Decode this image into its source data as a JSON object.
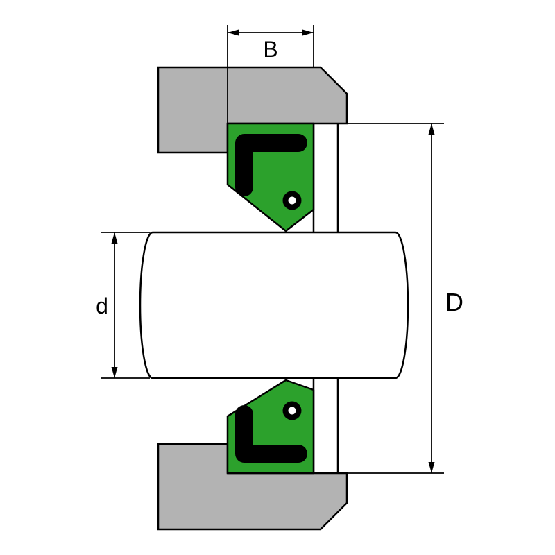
{
  "diagram": {
    "dimension_labels": {
      "seal_width": "B",
      "shaft_diameter": "d",
      "bore_diameter": "D"
    },
    "colors": {
      "housing": "#b3b3b3",
      "seal_body": "#2ca12c",
      "seal_case": "#000000",
      "shaft": "#ffffff",
      "spring_hole": "#ffffff",
      "outline": "#000000",
      "dimension_line": "#000000",
      "background": "#ffffff"
    }
  }
}
